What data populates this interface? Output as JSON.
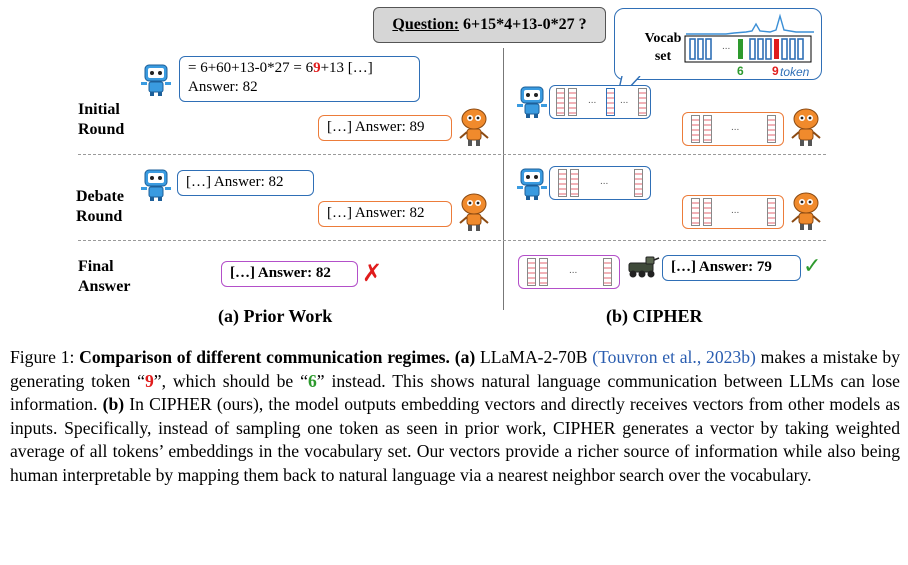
{
  "question": {
    "prefix": "Question:",
    "text": " 6+15*4+13-0*27 ?"
  },
  "rows": {
    "initial": "Initial Round",
    "debate": "Debate Round",
    "final": "Final Answer"
  },
  "prior": {
    "initial_blue_line1_a": "= 6+60+13-0*27 = 6",
    "initial_blue_line1_red": "9",
    "initial_blue_line1_b": "+13 […]",
    "initial_blue_line2": "Answer: 82",
    "initial_orange": "[…] Answer: 89",
    "debate_blue": "[…] Answer: 82",
    "debate_orange": "[…] Answer: 82",
    "final": "[…] Answer: 82",
    "final_mark": "✗",
    "subtitle": "(a) Prior Work"
  },
  "cipher": {
    "vocab_label_1": "Vocab",
    "vocab_label_2": "set",
    "tok6": "6",
    "tok9": "9",
    "token_word": "token",
    "vocab_dots": "...",
    "vec_dots": "...",
    "final": "[…] Answer: 79",
    "final_mark": "✓",
    "subtitle": "(b) CIPHER"
  },
  "caption": {
    "fig": "Figure 1: ",
    "title": "Comparison of different communication regimes.",
    "a": " (a) ",
    "t1": "LLaMA-2-70B",
    "cite1": " (Touvron et al.,",
    "cite2": "2023b)",
    "t2": " makes a mistake by generating token “",
    "nine": "9",
    "t3": "”, which should be “",
    "six": "6",
    "t4": "” instead. This shows natural language communication between LLMs can lose information. ",
    "b": "(b)",
    "t5": " In CIPHER (ours), the model outputs embedding vectors and directly receives vectors from other models as inputs. Specifically, instead of sampling one token as seen in prior work, CIPHER generates a vector by taking weighted average of all tokens’ embeddings in the vocabulary set. Our vectors provide a richer source of information while also being human interpretable by mapping them back to natural language via a nearest neighbor search over the vocabulary."
  },
  "colors": {
    "blue": "#2f6fb6",
    "orange": "#ec7c3a",
    "purple": "#b34fc9",
    "red": "#e01c1c",
    "green": "#2e9a2e"
  },
  "icons": [
    "blue-robot-icon",
    "orange-robot-icon",
    "rover-robot-icon"
  ]
}
